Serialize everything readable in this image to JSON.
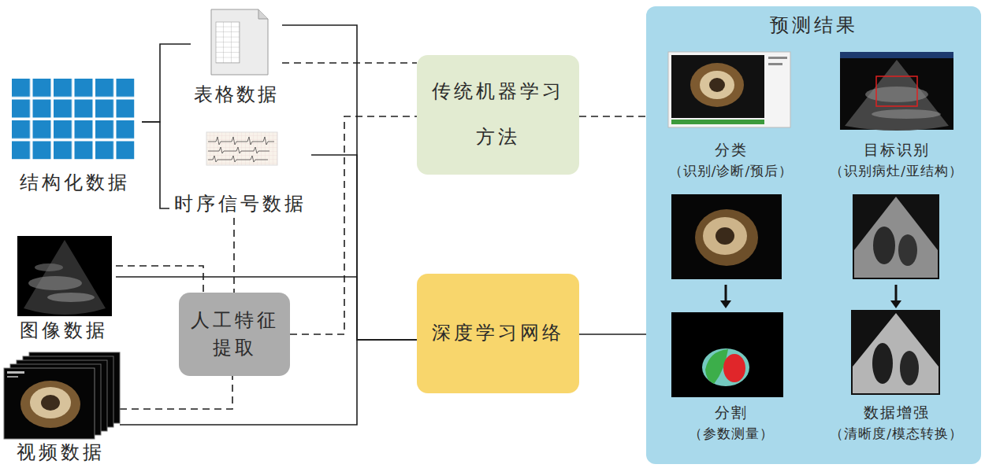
{
  "diagram": {
    "nodes": [
      {
        "text": [
          "结构化数据"
        ]
      },
      {
        "text": [
          "表格数据"
        ]
      },
      {
        "text": [
          "时序信号数据"
        ]
      },
      {
        "text": [
          "图像数据"
        ]
      },
      {
        "text": [
          "视频数据"
        ]
      },
      {
        "text": [
          "人工特征 提取"
        ]
      },
      {
        "text": [
          "传统机器学习 方法"
        ]
      },
      {
        "text": [
          "深度学习网络"
        ]
      },
      {
        "text": [
          "预测结果"
        ]
      },
      {
        "text": [
          "分类",
          "（识别/诊断/预后）"
        ],
        "in": 8
      },
      {
        "text": [
          "目标识别",
          "（识别病灶/亚结构）"
        ],
        "in": 8
      },
      {
        "text": [
          "分割",
          "（参数测量）"
        ],
        "in": 8
      },
      {
        "text": [
          "数据增强",
          "（清晰度/模态转换）"
        ],
        "in": 8
      }
    ],
    "edges": [
      {
        "from": 0,
        "to": 1,
        "arrow": "none"
      },
      {
        "from": 0,
        "to": 2,
        "arrow": "none"
      },
      {
        "from": 1,
        "to": 6,
        "arrow": "none"
      },
      {
        "from": 1,
        "to": 7,
        "arrow": "none"
      },
      {
        "from": 2,
        "to": 7,
        "arrow": "none"
      },
      {
        "from": 2,
        "to": 5,
        "arrow": "none"
      },
      {
        "from": 3,
        "to": 7,
        "arrow": "none"
      },
      {
        "from": 3,
        "to": 5,
        "arrow": "none"
      },
      {
        "from": 4,
        "to": 7,
        "arrow": "none"
      },
      {
        "from": 4,
        "to": 5,
        "arrow": "none"
      },
      {
        "from": 5,
        "to": 6,
        "arrow": "none"
      },
      {
        "from": 6,
        "to": 8,
        "arrow": "none"
      },
      {
        "from": 7,
        "to": 8,
        "arrow": "none"
      }
    ]
  }
}
